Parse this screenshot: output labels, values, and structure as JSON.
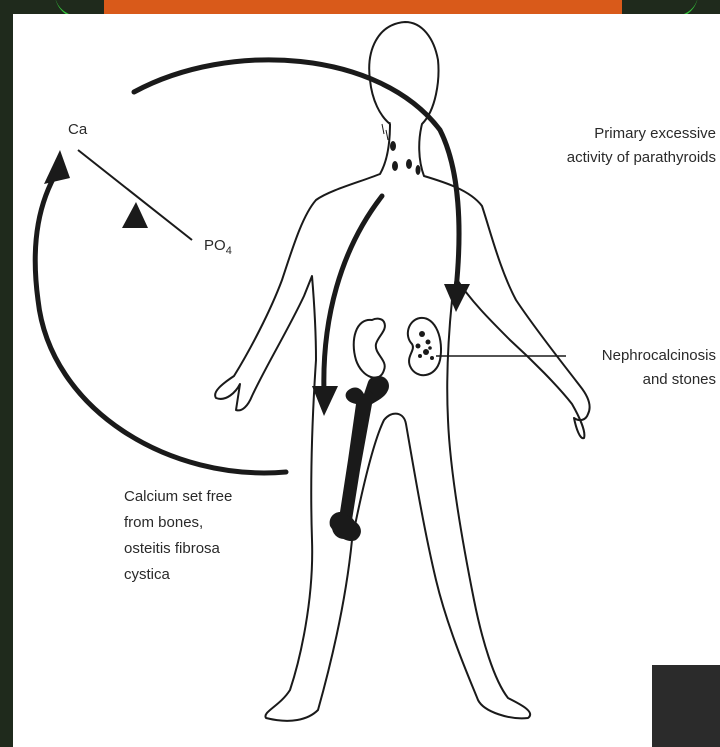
{
  "labels": {
    "ca": "Ca",
    "po4_main": "PO",
    "po4_sub": "4",
    "primary_line1": "Primary excessive",
    "primary_line2": "activity of parathyroids",
    "nephro_line1": "Nephrocalcinosis",
    "nephro_line2": "and stones",
    "calcium_line1": "Calcium set free",
    "calcium_line2": "from bones,",
    "calcium_line3": "osteitis fibrosa",
    "calcium_line4": "cystica"
  },
  "colors": {
    "frame": "#1f2a1c",
    "accent_orange": "#d95a1a",
    "accent_green": "#35c33b",
    "ink": "#1a1a1a"
  }
}
